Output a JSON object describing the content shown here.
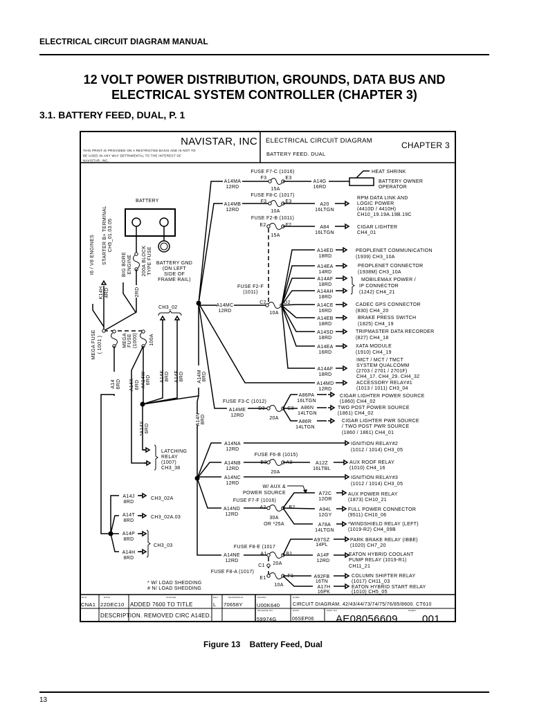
{
  "page": {
    "header": "ELECTRICAL CIRCUIT DIAGRAM MANUAL",
    "title_line1": "12 VOLT POWER DISTRIBUTION, GROUNDS, DATA BUS AND",
    "title_line2": "ELECTRICAL SYSTEM CONTROLLER (CHAPTER 3)",
    "section": "3.1. BATTERY FEED, DUAL, P. 1",
    "caption": "Figure 13    Battery Feed, Dual",
    "page_number": "13"
  },
  "tb": {
    "company": "NAVISTAR, INC",
    "notice": [
      "THIS PRINT IS PROVIDED ON A RESTRICTED BASIS AND IS NOT TO",
      "BE USED IN ANY WAY DETRIMENTAL TO THE INTEREST OF",
      "NAVISTAR, INC."
    ],
    "diagram_title": "ELECTRICAL CIRCUIT DIAGRAM",
    "chapter": "CHAPTER 3",
    "subtitle": "BATTERY FEED. DUAL"
  },
  "d": {
    "battery": "BATTERY",
    "gnd": [
      "BATTERY GND",
      "(ON LEFT",
      "SIDE OF",
      "FRAME RAIL)"
    ],
    "i6": "I6 / V8 ENGINES",
    "starter": [
      "STARTER B+ TERMINAL",
      "CH5_01.03.05"
    ],
    "k14h": [
      "K14H",
      "4RD"
    ],
    "bigbore": [
      "BIG BORE",
      "ENGINE"
    ],
    "blockfuse": [
      "200A BLOCK",
      "TYPE FUSE"
    ],
    "w2rd": "2RD",
    "mf1001": [
      "MEGA FUSE",
      "( 1001 )"
    ],
    "mf1000": [
      "MEGA",
      "FUSE",
      "(1000)"
    ],
    "a100": "100A",
    "a14": [
      "A14",
      "6RD"
    ],
    "a14x": [
      "A14X",
      "6RD"
    ],
    "a14w": [
      "#A14W",
      "6RD"
    ],
    "ch302": "CH3_02",
    "a14k": [
      "A14K",
      "8RD"
    ],
    "a14f8": [
      "A14F",
      "8RD"
    ],
    "a14m": [
      "A14M",
      "8RD"
    ],
    "a14y": [
      "*A14Y",
      "6RD"
    ],
    "a14n": [
      "A14N",
      "8RD"
    ],
    "latching": [
      "LATCHING",
      "RELAY",
      "(1007)",
      "CH3_38"
    ],
    "a14j": [
      "A14J",
      "8RD"
    ],
    "ch302a": "CH3_02A",
    "a14t": [
      "A14T",
      "8RD"
    ],
    "ch302a03": "CH3_02A.03",
    "a14p": [
      "A14P",
      "8RD"
    ],
    "a14h": [
      "A14H",
      "8RD"
    ],
    "ch303": "CH3_03",
    "notes": [
      "* W/ LOAD SHEDDING",
      "# N/ LOAD SHEDDING"
    ],
    "f7c": {
      "fuse": "FUSE F7-C (1016)",
      "in": [
        "A14MA",
        "12RD"
      ],
      "t1": "F3",
      "t2": "E3",
      "amp": "15A",
      "out": [
        "A14G",
        "16RD"
      ],
      "heat": "HEAT SHRINK",
      "dest": [
        "BATTERY OWNER",
        "OPERATOR"
      ]
    },
    "f8c": {
      "fuse": "FUSE F8-C (1017)",
      "in": [
        "A14MB",
        "12RD"
      ],
      "t1": "F3",
      "t2": "E3",
      "amp": "10A",
      "out": [
        "A20",
        "16LTGN"
      ],
      "dest": [
        "RPM DATA LINK AND",
        "LOGIC POWER",
        "(4410D / 4410H)",
        "CH10_19.19A.19B.19C"
      ]
    },
    "f2b": {
      "fuse": "FUSE F2-B (1011)",
      "t1": "E2",
      "t2": "F2",
      "amp": "15A",
      "out": [
        "A84",
        "16LTGN"
      ],
      "dest": [
        "CIGAR LIGHTER",
        "CH4_01"
      ]
    },
    "f2f": {
      "fuse": [
        "FUSE F2-F",
        "(1011)"
      ],
      "in": [
        "A14MC",
        "12RD"
      ],
      "t1": "C2",
      "t2": "D2",
      "amp": "10A",
      "branches": [
        {
          "wire": [
            "A14ED",
            "18RD"
          ],
          "dest": [
            "PEOPLENET COMMUNICATION",
            "(1939) CH3_10A"
          ]
        },
        {
          "wire": [
            "A14EA",
            "14RD"
          ],
          "dest": [
            "PEOPLENET CONNECTOR",
            "(1938M) CH3_10A"
          ]
        },
        {
          "wire": [
            "A14AF",
            "18RD"
          ]
        },
        {
          "wire": [
            "A14AH",
            "18RD"
          ]
        },
        {
          "wire": [
            "A14CE",
            "16RD"
          ],
          "dest": [
            "CADEC GPS CONNECTOR",
            "(830) CH4_20"
          ]
        },
        {
          "wire": [
            "A14EB",
            "18RD"
          ],
          "dest": [
            "BRAKE PRESS SWITCH",
            "(1825) CH4_19"
          ]
        },
        {
          "wire": [
            "A14SD",
            "18RD"
          ],
          "dest": [
            "TRIPMASTER DATA RECORDER",
            "(827) CH4_18"
          ]
        },
        {
          "wire": [
            "A14EA",
            "16RD"
          ],
          "dest": [
            "XATA MODULE",
            "(1910) CH4_19"
          ]
        },
        {
          "wire": [
            "A14AF",
            "18RD"
          ],
          "dest": [
            "IMCT / MCT / TMCT",
            "SYSTEM QUALCOMM",
            "(2703 / 2701 / 2701F)",
            "CH4_17. CH4_29. CH4_32"
          ]
        }
      ],
      "mobilemax": [
        "MOBILEMAX POWER /",
        "IP CONNECTOR",
        "(1242) CH4_21"
      ]
    },
    "a14md": {
      "wire": [
        "A14MD",
        "12RD"
      ],
      "dest": [
        "ACCESSORY RELAY#1",
        "(1013 / 1011) CH3_04"
      ]
    },
    "f3c": {
      "fuse": "FUSE F3-C (1012)",
      "in": [
        "A14ME",
        "12RD"
      ],
      "t1": "D3",
      "t2": "C3",
      "amp": "20A",
      "branches": [
        {
          "wire": [
            "A86PA",
            "16LTGN"
          ],
          "dest": [
            "CIGAR LIGHTER POWER SOURCE",
            "(1860) CH4_02"
          ]
        },
        {
          "wire": [
            "A86N",
            "14LTGN"
          ],
          "dest": [
            "TWO POST POWER SOURCE",
            "(1861) CH4_02"
          ]
        },
        {
          "wire": [
            "A86R",
            "14LTGN"
          ],
          "dest": [
            "CIGAR LIGHTER PWR SOURCE",
            "/ TWO POST PWR SOURCE",
            "(1860 / 1861) CH4_01"
          ]
        }
      ]
    },
    "a14na": {
      "wire": [
        "A14NA",
        "12RD"
      ],
      "dest": [
        "IGNITION RELAY#2",
        "(1012 / 1014) CH3_05"
      ]
    },
    "f6b": {
      "fuse": "FUSE F6-B (1015)",
      "in": [
        "A14NB",
        "12RD"
      ],
      "t1": "B3",
      "t2": "A3",
      "amp": "20A",
      "out": [
        "A12Z",
        "16LTBL"
      ],
      "dest": [
        "AUX ROOF RELAY",
        "(1010) CH4_16"
      ]
    },
    "a14nc": {
      "wire": [
        "A14NC",
        "12RD"
      ],
      "dest": [
        "IGNITION RELAY#3",
        "(1012 / 1014) CH3_05"
      ]
    },
    "f7f": {
      "note": [
        "W/ AUX &",
        "POWER SOURCE"
      ],
      "fuse": "FUSE F7-F (1016)",
      "in": [
        "A14ND",
        "12RD"
      ],
      "t1": "A2",
      "t2": "B2",
      "amp": "30A",
      "amp_alt": "OR *25A",
      "branches": [
        {
          "wire": [
            "A72C",
            "12OR"
          ],
          "dest": [
            "AUX POWER RELAY",
            "(1873) CH10_21"
          ]
        },
        {
          "wire": [
            "A94L",
            "12GY"
          ],
          "dest": [
            "FULL POWER CONNECTOR",
            "(9511) CH10_06"
          ]
        },
        {
          "wire": [
            "A78A",
            "14LTGN"
          ],
          "dest": [
            "*WINDSHIELD RELAY (LEFT)",
            "(1019-R2) CH4_09B"
          ]
        }
      ]
    },
    "f8e": {
      "fuse": "FUSE F8-E (1017",
      "in": [
        "A14NE",
        "12RD"
      ],
      "t1": "A1",
      "t2": "B1",
      "amp": "20A",
      "c1": "C1",
      "branches": [
        {
          "wire": [
            "A97SZ",
            "14PL"
          ],
          "dest": [
            "PARK BRAKE RELAY (IBBE)",
            "(1020) CH7_20"
          ]
        },
        {
          "wire": [
            "A14F",
            "12RD"
          ],
          "dest": [
            "EATON HYBRID COOLANT",
            "PUMP RELAY (1019-R1)",
            "CH11_21"
          ]
        }
      ]
    },
    "f8a": {
      "fuse": "FUSE F8-A (1017)",
      "t1": "E1",
      "t2": "F1",
      "amp": "10A",
      "branches": [
        {
          "wire": [
            "A92FB",
            "16TN"
          ],
          "dest": [
            "COLUMN SHIFTER RELAY",
            "(1017) CH11_03"
          ]
        },
        {
          "wire": [
            "A17H",
            "16PK"
          ],
          "dest": [
            "EATON HYBRID START RELAY",
            "(1010) CH5_05"
          ]
        }
      ]
    }
  },
  "rev": {
    "headers": [
      "ECO",
      "DATE",
      "CHANGE",
      "REV",
      "REFERENCE",
      "DRAWN",
      "NAME",
      "RELEASE NO.",
      "DATE",
      "PART NO.",
      "SHEET"
    ],
    "eco": "CNA1",
    "date": "22DEC10",
    "change": "ADDED 7600 TO TITLE",
    "change2": "DESCRIPTION. REMOVED CIRC A14ED.",
    "rev": "L",
    "reference": "70658Y",
    "drawn": "U00K640",
    "name": "CIRCUIT DIAGRAM. 42/43/44/73/74/75/76/85/8600. CT610",
    "release": "59974G",
    "release_date": "06SEP06",
    "part_no": "AE08056609",
    "sheet": "001"
  }
}
